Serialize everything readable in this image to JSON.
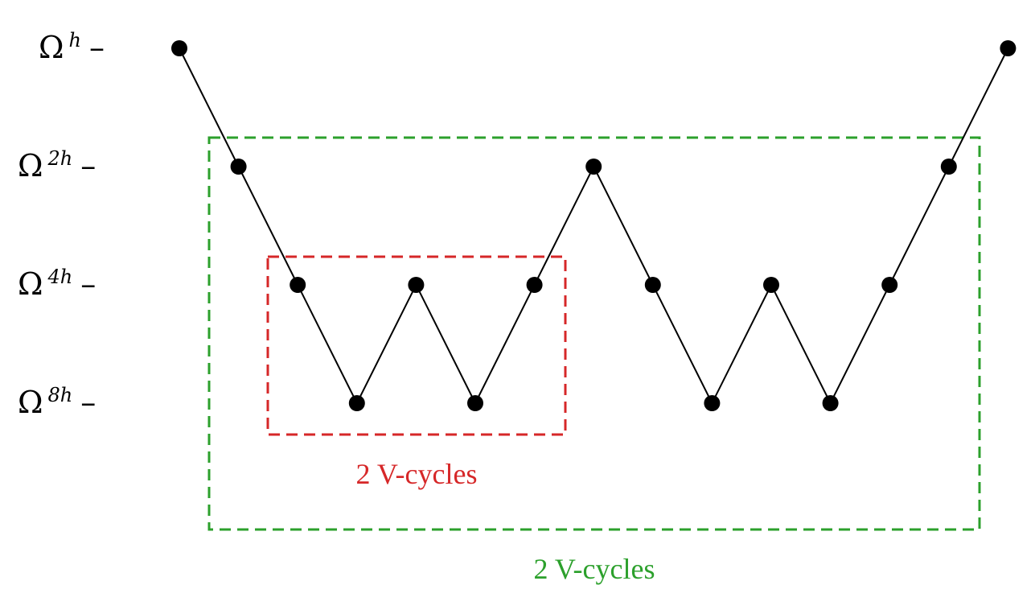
{
  "levels": [
    {
      "base": "Ω",
      "sup": "h",
      "dash": "–"
    },
    {
      "base": "Ω",
      "sup": "2h",
      "dash": "–"
    },
    {
      "base": "Ω",
      "sup": "4h",
      "dash": "–"
    },
    {
      "base": "Ω",
      "sup": "8h",
      "dash": "–"
    }
  ],
  "path_levels": [
    0,
    1,
    2,
    3,
    2,
    3,
    2,
    1,
    2,
    3,
    2,
    3,
    2,
    1,
    0
  ],
  "boxes": [
    {
      "label": "2 V-cycles",
      "color": "#d62728",
      "name": "inner-box"
    },
    {
      "label": "2 V-cycles",
      "color": "#2ca02c",
      "name": "outer-box"
    }
  ],
  "colors": {
    "node": "#000000",
    "line": "#000000"
  }
}
